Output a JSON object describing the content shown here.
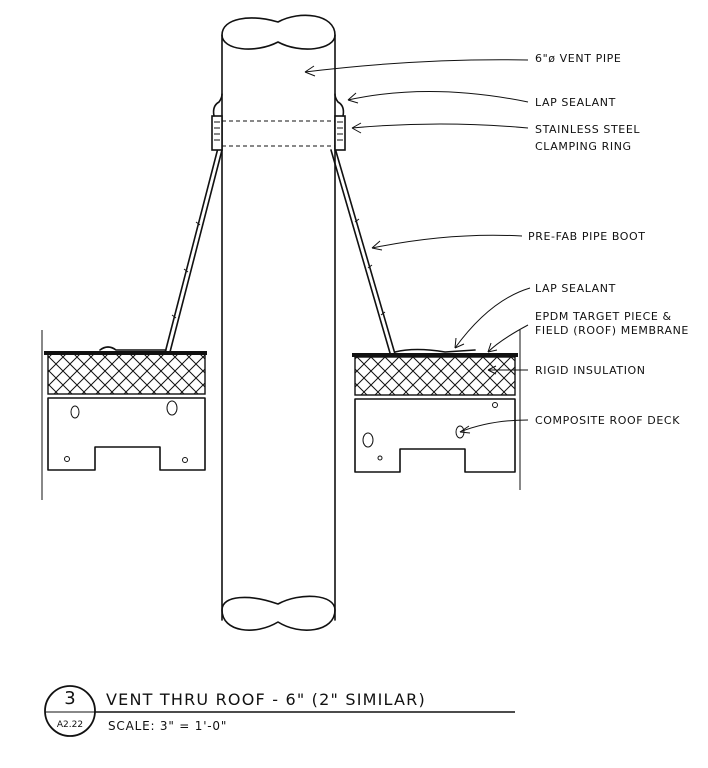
{
  "labels": {
    "vent_pipe": "6\"ø VENT PIPE",
    "lap_sealant_top": "LAP SEALANT",
    "clamp_line1": "STAINLESS STEEL",
    "clamp_line2": "CLAMPING RING",
    "pipe_boot": "PRE-FAB PIPE BOOT",
    "lap_sealant_bottom": "LAP SEALANT",
    "epdm_line1": "EPDM TARGET PIECE &",
    "epdm_line2": "FIELD (ROOF) MEMBRANE",
    "rigid_insulation": "RIGID INSULATION",
    "roof_deck": "COMPOSITE ROOF DECK"
  },
  "title_block": {
    "detail_number": "3",
    "sheet_ref": "A2.22",
    "title": "VENT THRU ROOF - 6\" (2\" SIMILAR)",
    "scale": "SCALE: 3\" = 1'-0\""
  }
}
